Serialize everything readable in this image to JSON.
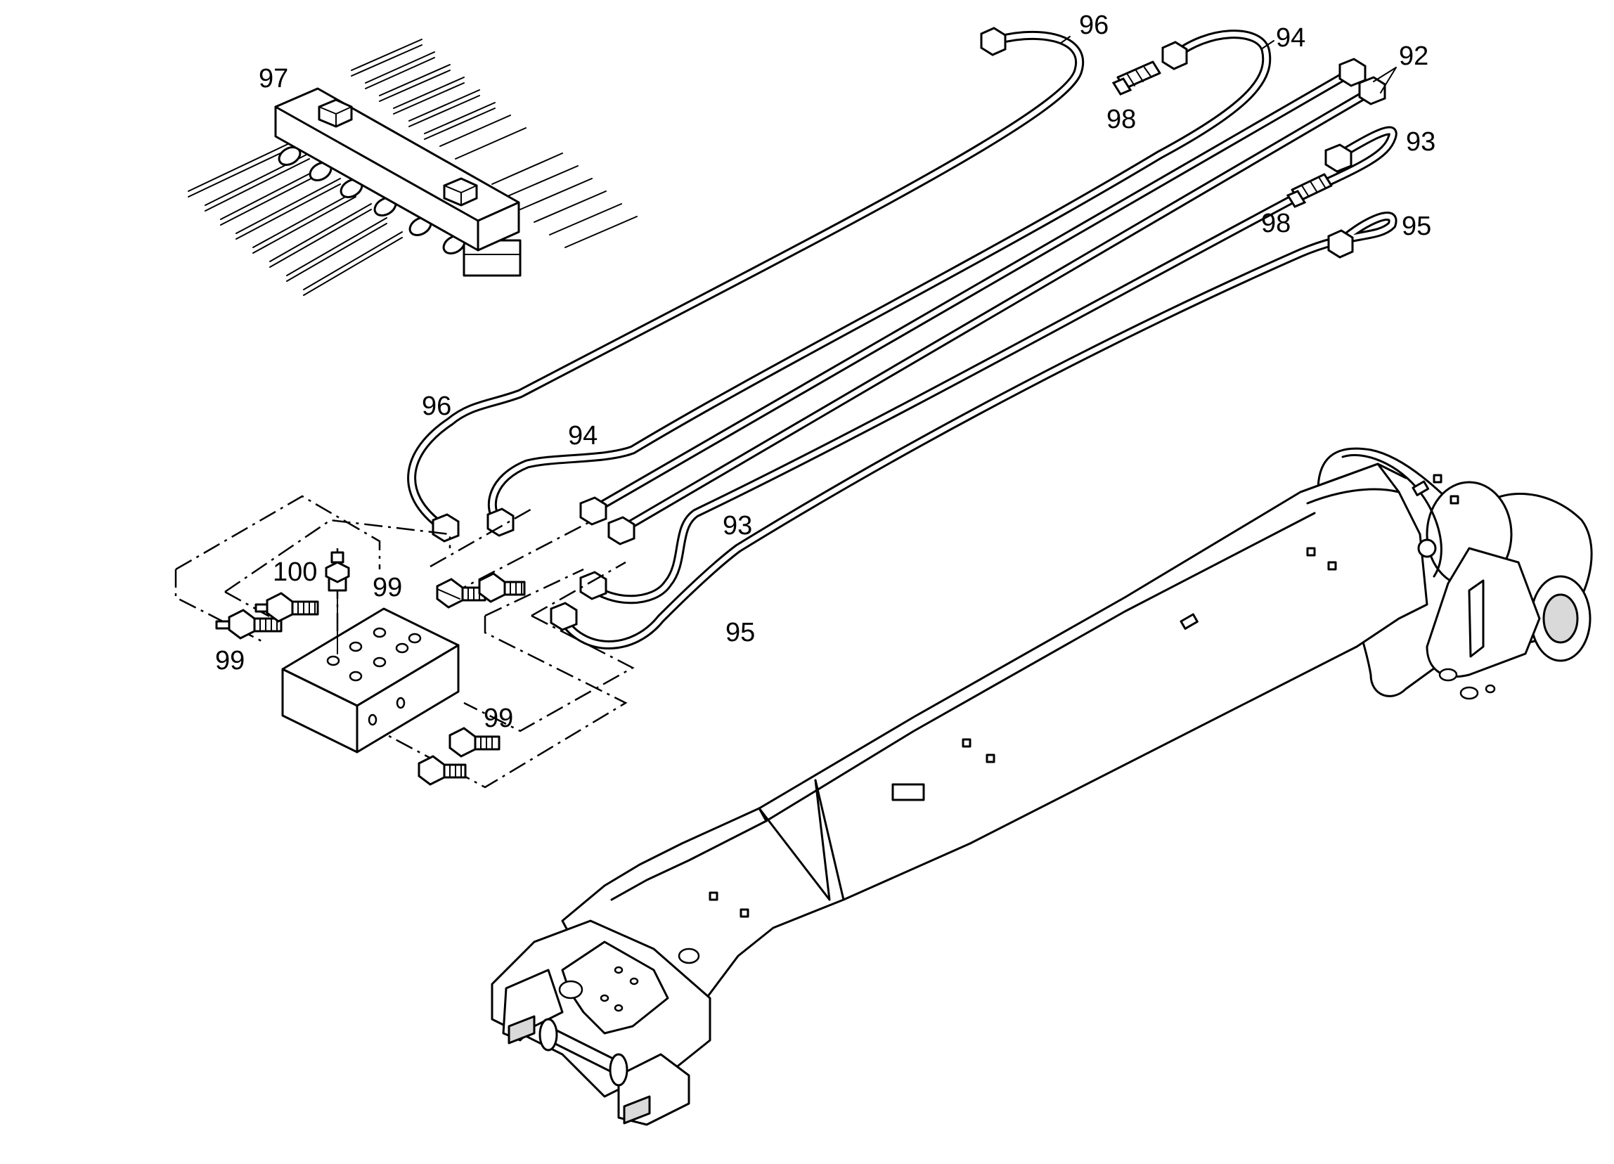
{
  "callouts": {
    "c92": "92",
    "c93_top": "93",
    "c93_mid": "93",
    "c94_top": "94",
    "c94_mid": "94",
    "c95_top": "95",
    "c95_mid": "95",
    "c96_top": "96",
    "c96_mid": "96",
    "c97": "97",
    "c98_a": "98",
    "c98_b": "98",
    "c99_a": "99",
    "c99_b": "99",
    "c99_c": "99",
    "c100": "100"
  }
}
